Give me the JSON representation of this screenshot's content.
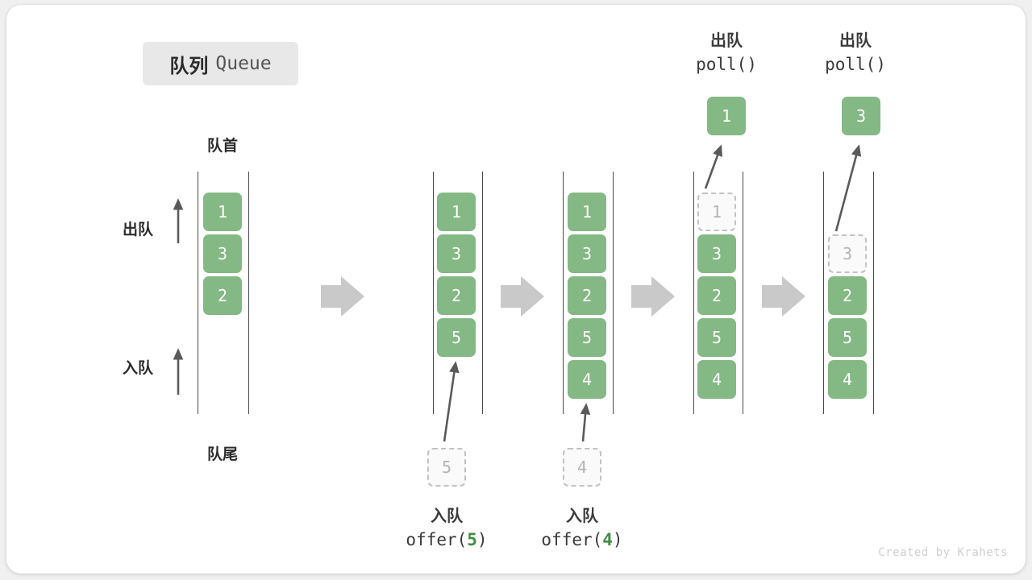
{
  "title": {
    "cn": "队列",
    "en": "Queue"
  },
  "labels": {
    "head": "队首",
    "tail": "队尾",
    "dequeue": "出队",
    "enqueue": "入队"
  },
  "colors": {
    "cell_fill": "#84b884",
    "cell_text": "#ffffff",
    "ghost_border": "#c2c2c2",
    "ghost_text": "#b4b4b4",
    "rail": "#4a4a4a",
    "arrow": "#5a5a5a",
    "step_arrow": "#c9c9c9",
    "accent": "#3f8f3f",
    "badge_bg": "#e8e8e8",
    "canvas_bg": "#ffffff",
    "page_bg": "#f0f0f0"
  },
  "columns": [
    {
      "id": "col-initial",
      "cells": [
        {
          "value": "1",
          "state": "filled"
        },
        {
          "value": "3",
          "state": "filled"
        },
        {
          "value": "2",
          "state": "filled"
        }
      ],
      "incoming": null,
      "popped": null,
      "op": null
    },
    {
      "id": "col-offer-5",
      "cells": [
        {
          "value": "1",
          "state": "filled"
        },
        {
          "value": "3",
          "state": "filled"
        },
        {
          "value": "2",
          "state": "filled"
        },
        {
          "value": "5",
          "state": "filled"
        }
      ],
      "incoming": {
        "value": "5",
        "state": "ghost"
      },
      "popped": null,
      "op": {
        "cn": "入队",
        "code_pre": "offer(",
        "arg": "5",
        "code_post": ")",
        "position": "bottom"
      }
    },
    {
      "id": "col-offer-4",
      "cells": [
        {
          "value": "1",
          "state": "filled"
        },
        {
          "value": "3",
          "state": "filled"
        },
        {
          "value": "2",
          "state": "filled"
        },
        {
          "value": "5",
          "state": "filled"
        },
        {
          "value": "4",
          "state": "filled"
        }
      ],
      "incoming": {
        "value": "4",
        "state": "ghost"
      },
      "popped": null,
      "op": {
        "cn": "入队",
        "code_pre": "offer(",
        "arg": "4",
        "code_post": ")",
        "position": "bottom"
      }
    },
    {
      "id": "col-poll-1",
      "cells": [
        {
          "value": "1",
          "state": "ghost"
        },
        {
          "value": "3",
          "state": "filled"
        },
        {
          "value": "2",
          "state": "filled"
        },
        {
          "value": "5",
          "state": "filled"
        },
        {
          "value": "4",
          "state": "filled"
        }
      ],
      "incoming": null,
      "popped": {
        "value": "1",
        "state": "filled"
      },
      "op": {
        "cn": "出队",
        "code_pre": "poll(",
        "arg": "",
        "code_post": ")",
        "position": "top"
      }
    },
    {
      "id": "col-poll-3",
      "cells": [
        {
          "value": "",
          "state": "empty"
        },
        {
          "value": "3",
          "state": "ghost"
        },
        {
          "value": "2",
          "state": "filled"
        },
        {
          "value": "5",
          "state": "filled"
        },
        {
          "value": "4",
          "state": "filled"
        }
      ],
      "incoming": null,
      "popped": {
        "value": "3",
        "state": "filled"
      },
      "op": {
        "cn": "出队",
        "code_pre": "poll(",
        "arg": "",
        "code_post": ")",
        "position": "top"
      }
    }
  ],
  "step_arrows": [
    {
      "id": "step-1"
    },
    {
      "id": "step-2"
    },
    {
      "id": "step-3"
    },
    {
      "id": "step-4"
    }
  ],
  "watermark": "Created by Krahets"
}
